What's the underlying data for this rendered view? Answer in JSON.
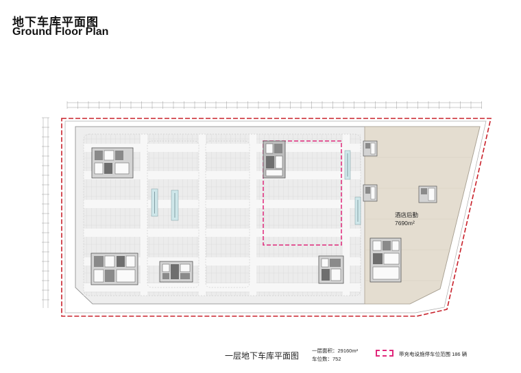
{
  "header": {
    "title_cn": "地下车库平面图",
    "title_en": "Ground Floor Plan"
  },
  "plan": {
    "hotel_zone_label": "酒店后勤",
    "hotel_zone_area": "7690m²",
    "colors": {
      "boundary_red": "#c8202a",
      "ev_magenta": "#e0277a",
      "parking_fill": "#ededed",
      "hotel_fill": "#e4ddd0",
      "core_fill": "#8a8a8a"
    }
  },
  "legend": {
    "plan_name": "一层地下车库平面图",
    "floor_area": "一层面积：29160m²",
    "parking_count": "车位数：752",
    "ev_range": "带充电设施停车位范围 186 辆"
  }
}
